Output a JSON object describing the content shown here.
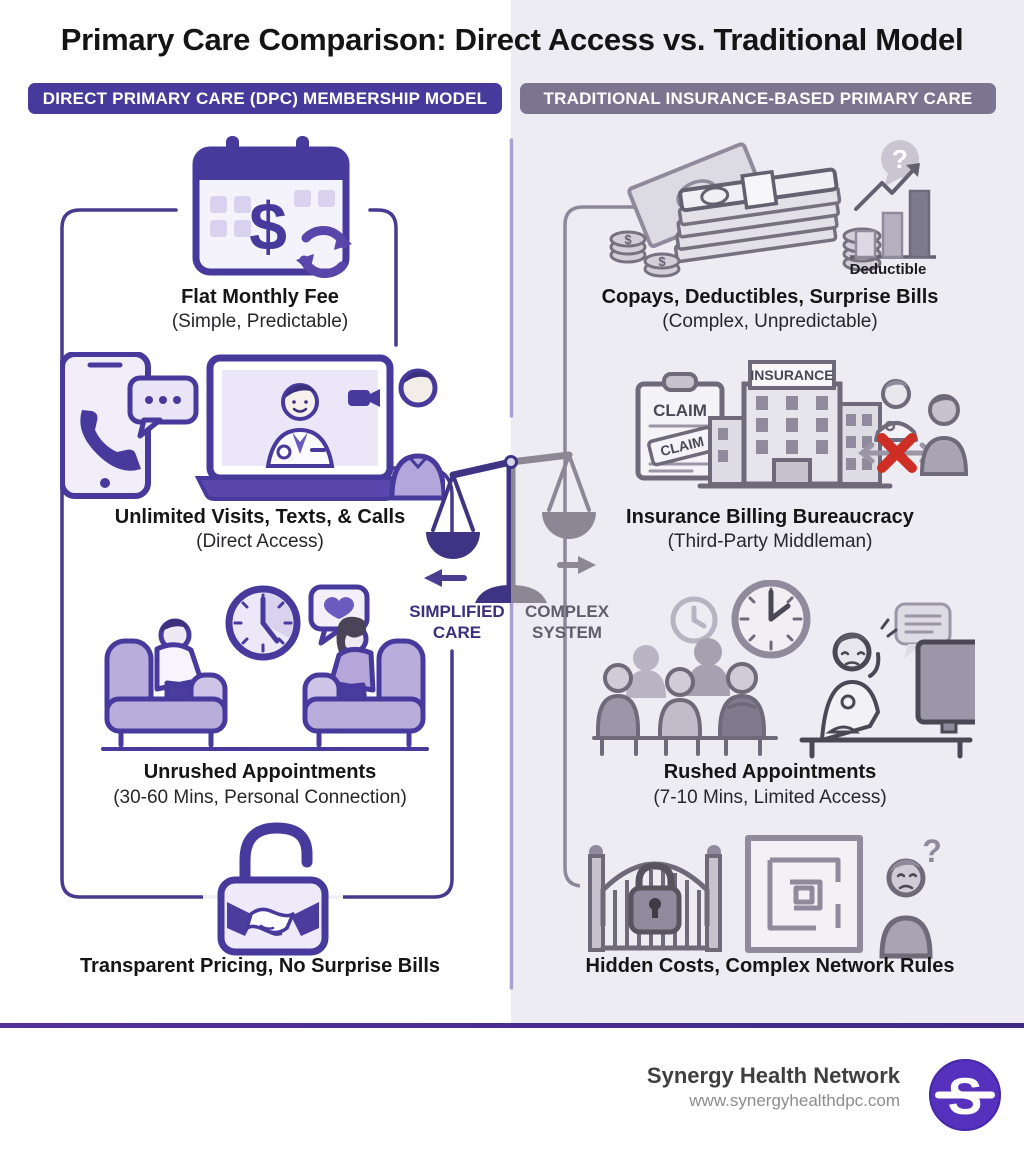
{
  "title": "Primary Care Comparison: Direct Access vs. Traditional Model",
  "left": {
    "badge": "DIRECT PRIMARY CARE (DPC) MEMBERSHIP MODEL",
    "items": [
      {
        "title": "Flat Monthly Fee",
        "subtitle": "(Simple, Predictable)",
        "icons": [
          "calendar-icon",
          "dollar-sign-icon",
          "refresh-cycle-icon"
        ]
      },
      {
        "title": "Unlimited Visits, Texts, & Calls",
        "subtitle": "(Direct Access)",
        "icons": [
          "phone-icon",
          "chat-bubble-icon",
          "telehealth-laptop-doctor-icon",
          "video-camera-icon",
          "patient-icon"
        ]
      },
      {
        "title": "Unrushed Appointments",
        "subtitle": "(30-60 Mins, Personal Connection)",
        "icons": [
          "clock-icon",
          "heart-chat-bubble-icon",
          "doctor-armchair-icon",
          "patient-armchair-icon"
        ]
      },
      {
        "title": "Transparent Pricing, No Surprise Bills",
        "subtitle": "",
        "icons": [
          "open-padlock-icon",
          "handshake-icon"
        ]
      }
    ]
  },
  "right": {
    "badge": "TRADITIONAL INSURANCE-BASED PRIMARY CARE",
    "items": [
      {
        "title": "Copays, Deductibles, Surprise Bills",
        "subtitle": "(Complex, Unpredictable)",
        "chart_label": "Deductible",
        "icons": [
          "cash-stack-icon",
          "coins-icon",
          "question-bubble-icon",
          "deductible-bar-chart-icon"
        ]
      },
      {
        "title": "Insurance Billing Bureaucracy",
        "subtitle": "(Third-Party Middleman)",
        "claim_label": "CLAIM",
        "stamp_label": "CLAIM",
        "building_label": "INSURANCE",
        "icons": [
          "claim-clipboard-icon",
          "insurance-building-icon",
          "doctor-icon",
          "blocked-x-icon",
          "patient-icon"
        ]
      },
      {
        "title": "Rushed Appointments",
        "subtitle": "(7-10 Mins, Limited Access)",
        "icons": [
          "small-clock-icon",
          "clock-icon",
          "waiting-room-crowd-icon",
          "stressed-doctor-computer-icon",
          "message-bubble-icon"
        ]
      },
      {
        "title": "Hidden Costs, Complex Network Rules",
        "subtitle": "",
        "icons": [
          "locked-gate-icon",
          "padlock-icon",
          "maze-icon",
          "confused-person-icon",
          "question-mark-icon"
        ]
      }
    ]
  },
  "center": {
    "left_label": "SIMPLIFIED CARE",
    "right_label": "COMPLEX SYSTEM",
    "icons": [
      "balance-scale-icon",
      "left-arrow-icon",
      "right-arrow-icon"
    ]
  },
  "footer": {
    "brand": "Synergy Health Network",
    "url": "www.synergyhealthdpc.com",
    "logo_letter": "S"
  },
  "symbols": {
    "dollar": "$",
    "question": "?"
  },
  "colors": {
    "left_accent": "#473a9c",
    "left_fill": "#e9e4f6",
    "right_accent": "#6e6a7a",
    "right_fill": "#c6c3cf",
    "bg_right": "#edecf3",
    "divider": "#ab9fd0",
    "blocked_x": "#cf2e24",
    "footer_bar": "#4c2b93",
    "logo": "#5531bd"
  }
}
